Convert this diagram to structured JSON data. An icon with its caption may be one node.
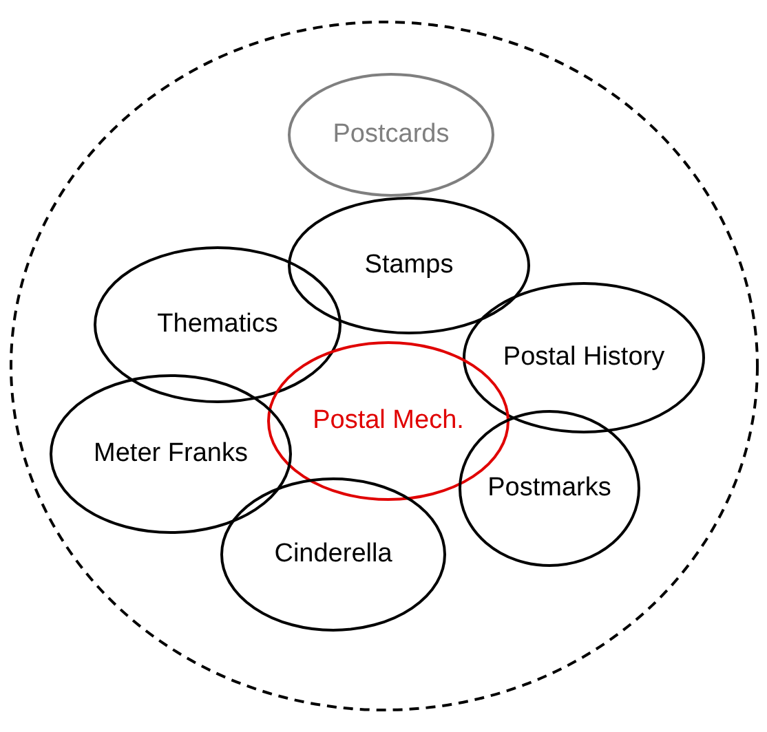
{
  "diagram": {
    "nodes": [
      {
        "text": [],
        "shape": "circle"
      },
      {
        "text": [
          "Postcards"
        ],
        "in": 0
      },
      {
        "text": [
          "Stamps"
        ],
        "in": 0
      },
      {
        "text": [
          "Thematics"
        ],
        "in": 0
      },
      {
        "text": [
          "Postal History"
        ],
        "in": 0
      },
      {
        "text": [
          "Postal Mech."
        ],
        "in": 0
      },
      {
        "text": [
          "Meter Franks"
        ],
        "in": 0
      },
      {
        "text": [
          "Postmarks"
        ],
        "in": 0
      },
      {
        "text": [
          "Cinderella"
        ],
        "in": 0
      }
    ]
  }
}
